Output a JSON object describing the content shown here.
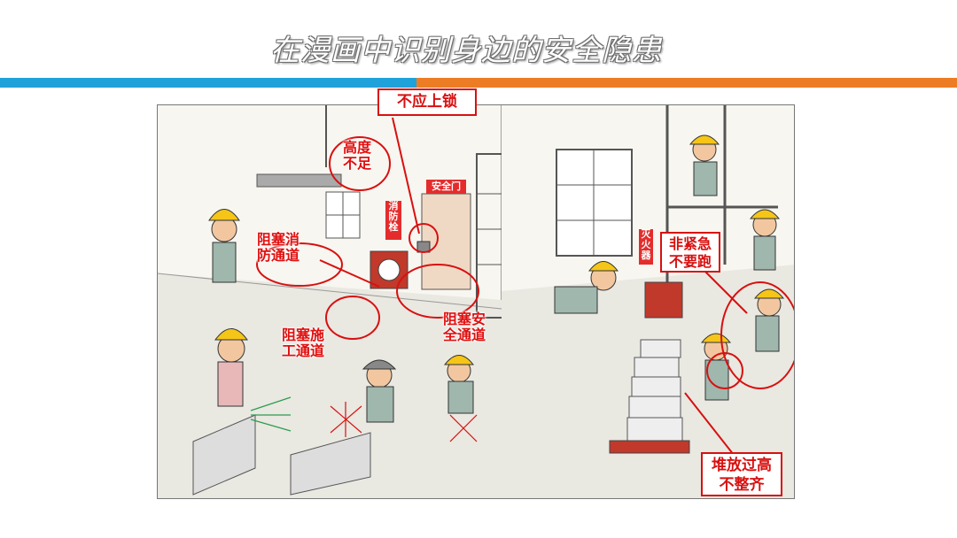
{
  "header": {
    "title": "在漫画中识别身边的安全隐患"
  },
  "comic": {
    "hazard_labels": {
      "no_lock": "不应上锁",
      "height_1": "高度",
      "height_2": "不足",
      "block_fire_1": "阻塞消",
      "block_fire_2": "防通道",
      "block_work_1": "阻塞施",
      "block_work_2": "工通道",
      "block_safe_1": "阻塞安",
      "block_safe_2": "全通道",
      "no_run_1": "非紧急",
      "no_run_2": "不要跑",
      "stack_1": "堆放过高",
      "stack_2": "不整齐"
    },
    "signs": {
      "safety_door": "安全门",
      "hydrant_1": "消",
      "hydrant_2": "防",
      "hydrant_3": "栓",
      "extinguisher_1": "灭",
      "extinguisher_2": "火",
      "extinguisher_3": "器"
    }
  }
}
